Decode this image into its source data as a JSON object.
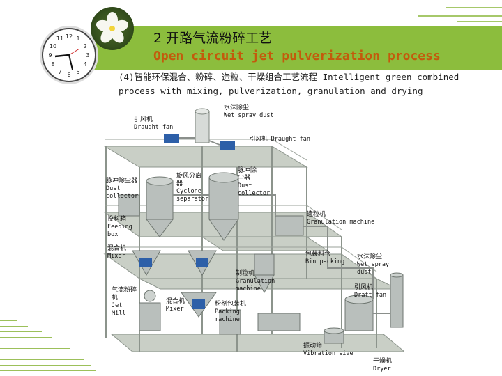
{
  "slide": {
    "title_cn": "2 开路气流粉碎工艺",
    "title_en": "Open circuit jet pulverization process",
    "subtitle": "(4)智能环保混合、粉碎、造粒、干燥组合工艺流程 Intelligent green combined process with mixing, pulverization, granulation and drying"
  },
  "clock": {
    "numbers": [
      "12",
      "1",
      "2",
      "3",
      "4",
      "5",
      "6",
      "7",
      "8",
      "9",
      "10",
      "11"
    ]
  },
  "labels": {
    "wet_spray_dust_top": {
      "cn": "水沫除尘",
      "en": "Wet spray dust"
    },
    "draught_fan_left": {
      "cn": "引风机",
      "en": "Draught fan"
    },
    "draught_fan_right": {
      "cn": "引风机",
      "en": "Draught fan"
    },
    "dust_collector_left": {
      "cn": "脉冲除尘器",
      "en": "Dust collector"
    },
    "cyclone_separator": {
      "cn": "旋风分离器",
      "en": "Cyclone separator"
    },
    "dust_collector_right": {
      "cn": "脉冲除尘器",
      "en": "Dust collector"
    },
    "feeding_box": {
      "cn": "投料箱",
      "en": "Feeding box"
    },
    "granulation_machine_top": {
      "cn": "造粒机",
      "en": "Granulation machine"
    },
    "mixer_left": {
      "cn": "混合机",
      "en": "Mixer"
    },
    "bin_packing": {
      "cn": "包装料仓",
      "en": "Bin packing"
    },
    "wet_spray_dust_right": {
      "cn": "水沫除尘",
      "en": "Wet spray dust"
    },
    "granulation_machine_mid": {
      "cn": "制粒机",
      "en": "Granulation machine"
    },
    "jet_mill": {
      "cn": "气流粉碎机",
      "en": "Jet Mill"
    },
    "mixer_mid": {
      "cn": "混合机",
      "en": "Mixer"
    },
    "packing_machine": {
      "cn": "粉剂包装机",
      "en": "Packing machine"
    },
    "draft_fan": {
      "cn": "引风机",
      "en": "Draft fan"
    },
    "vibration_sieve": {
      "cn": "振动筛",
      "en": "Vibration sive"
    },
    "dryer": {
      "cn": "干燥机",
      "en": "Dryer"
    }
  },
  "colors": {
    "banner": "#8cbd3d",
    "title_en": "#c35a0c",
    "frame": "#8c948c",
    "floor": "#c9cfc6",
    "machine": "#b9bfbc",
    "motor": "#2d5fa8"
  }
}
